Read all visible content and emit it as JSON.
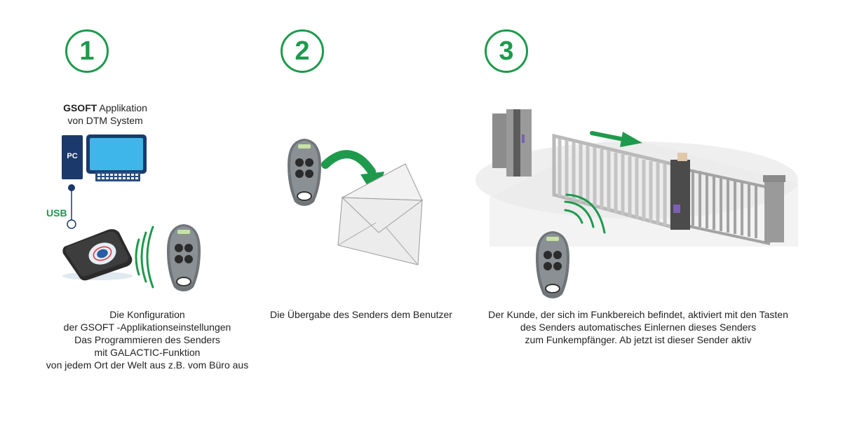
{
  "steps": [
    {
      "number": "1",
      "app_title_bold": "GSOFT",
      "app_title_rest": " Applikation",
      "app_subtitle": "von DTM System",
      "pc_label": "PC",
      "usb_label": "USB",
      "caption_lines": [
        "Die Konfiguration",
        "der GSOFT -Applikationseinstellungen",
        "Das Programmieren des Senders",
        "mit GALACTIC-Funktion",
        "von jedem Ort der Welt aus z.B. vom Büro aus"
      ]
    },
    {
      "number": "2",
      "caption_lines": [
        "Die Übergabe des Senders dem Benutzer"
      ]
    },
    {
      "number": "3",
      "caption_lines": [
        "Der Kunde, der sich im Funkbereich befindet, aktiviert mit den Tasten",
        "des Senders automatisches Einlernen dieses Senders",
        "zum Funkempfänger. Ab jetzt ist dieser Sender aktiv"
      ]
    }
  ],
  "colors": {
    "accent_green": "#1e9a4c",
    "navy": "#1b3a6b",
    "screen_blue": "#3fb6ea"
  }
}
